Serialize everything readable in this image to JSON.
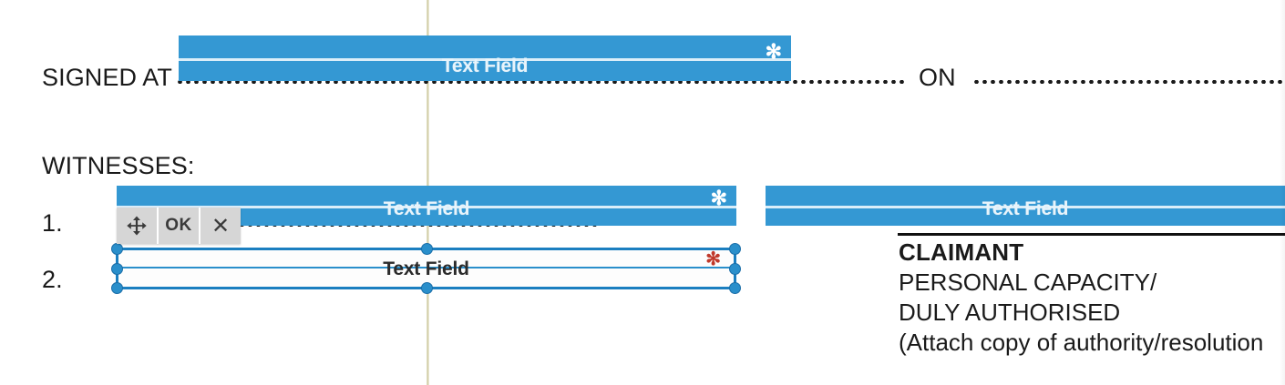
{
  "document": {
    "signed_at_label": "SIGNED AT",
    "on_label": "ON",
    "witnesses_label": "WITNESSES:",
    "witness_1_number": "1.",
    "witness_2_number": "2."
  },
  "signature_block": {
    "title": "CLAIMANT",
    "line_2": "PERSONAL CAPACITY/",
    "line_3": "DULY AUTHORISED",
    "line_4": "(Attach copy of authority/resolution"
  },
  "fields": {
    "signed_at": {
      "caption": "Text Field",
      "required_marker": "✻",
      "state": "placeholder"
    },
    "witness_1": {
      "caption": "Text Field",
      "required_marker": "✻",
      "state": "placeholder"
    },
    "claimant": {
      "caption": "Text Field",
      "state": "placeholder"
    },
    "witness_2_selected": {
      "caption": "Text Field",
      "required_marker": "✻",
      "state": "selected"
    }
  },
  "toolbar": {
    "move_label": "move-handle",
    "ok_label": "OK",
    "close_label": "✕"
  },
  "colors": {
    "field_blue": "#3498d3",
    "field_caption": "#e8f4fb",
    "selection_blue": "#1b7fc0",
    "handle_blue": "#2a8fcb",
    "required_red": "#c0392b",
    "guide_line": "#c9c49a",
    "toolbar_grey": "#d6d6d6",
    "document_text": "#1a1a1a"
  }
}
